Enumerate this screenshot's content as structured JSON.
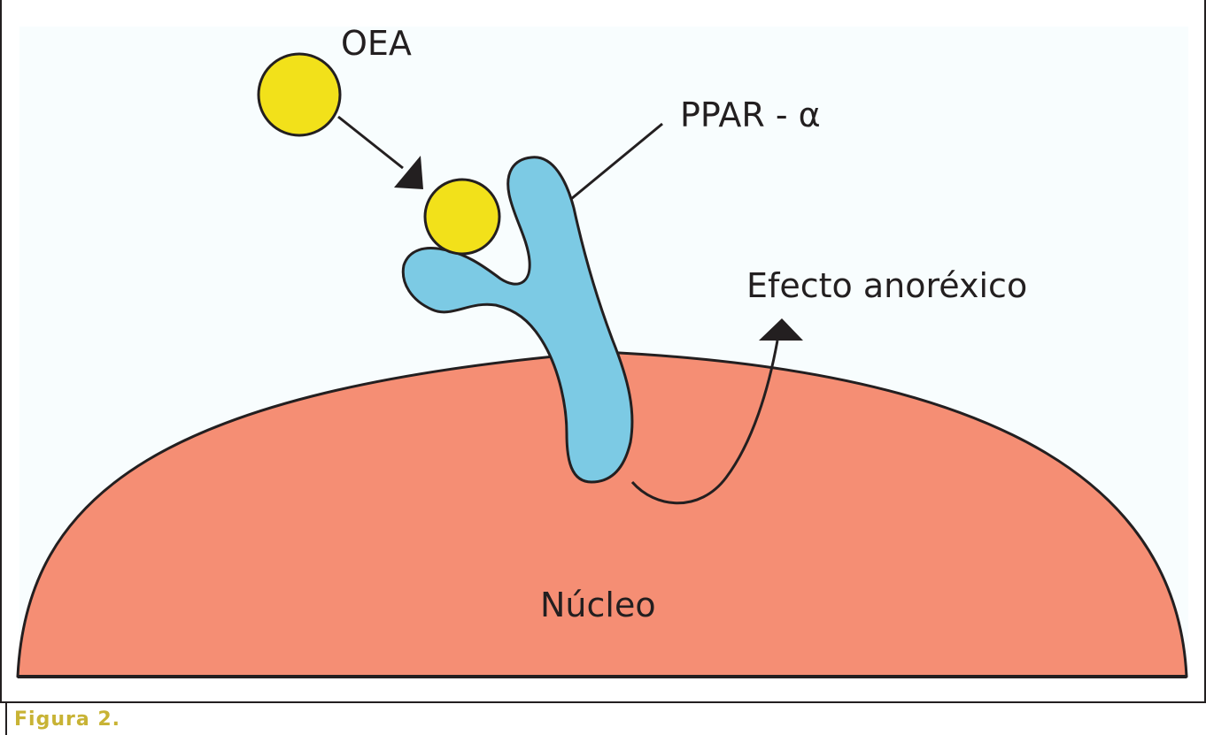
{
  "figure": {
    "caption": "Figura 2.",
    "colors": {
      "nucleus_fill": "#f58e74",
      "receptor_fill": "#7ccae4",
      "ligand_fill": "#f2e11a",
      "outline": "#231f20",
      "caption_color": "#c8b335",
      "background": "#f8fdfe"
    },
    "labels": {
      "ligand": "OEA",
      "receptor": "PPAR - α",
      "effect": "Efecto anoréxico",
      "nucleus": "Núcleo"
    },
    "elements": {
      "free_ligand": "OEA molecule (free)",
      "bound_ligand": "OEA molecule (bound)",
      "receptor": "PPAR-alpha receptor",
      "nucleus": "Cell nucleus",
      "binding_arrow": "OEA binds to PPAR-alpha",
      "effect_arrow": "Signal leads to anorexic effect"
    }
  }
}
